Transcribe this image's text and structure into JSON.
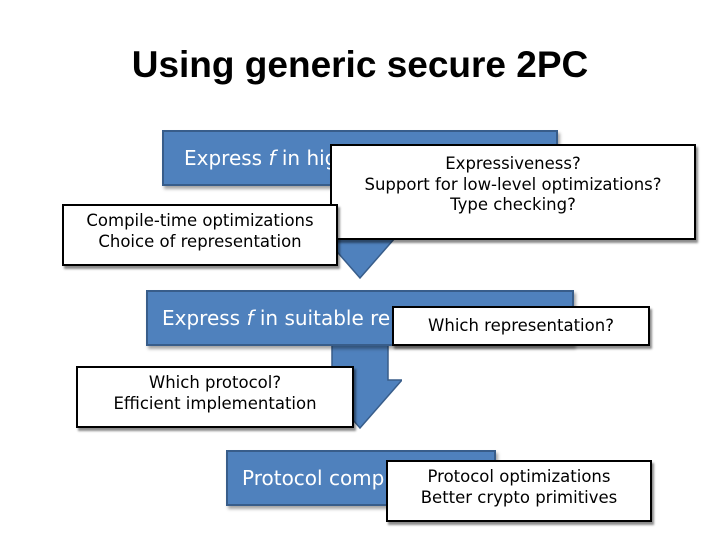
{
  "slide": {
    "title": "Using generic secure 2PC"
  },
  "steps": [
    {
      "prefix": "Express ",
      "var": "f",
      "suffix": " in high-level language"
    },
    {
      "prefix": "Express ",
      "var": "f",
      "suffix": " in suitable representation"
    },
    {
      "label": "Protocol compilation"
    }
  ],
  "notes": {
    "lang_questions": [
      "Expressiveness?",
      "Support for low-level optimizations?",
      "Type checking?"
    ],
    "compile": [
      "Compile-time optimizations",
      "Choice of representation"
    ],
    "representation": [
      "Which representation?"
    ],
    "protocol": [
      "Which protocol?",
      "Efficient implementation"
    ],
    "protocol_opts": [
      "Protocol optimizations",
      "Better crypto primitives"
    ]
  },
  "colors": {
    "box_fill": "#4f81bd",
    "box_border": "#385d8a",
    "arrow_fill": "#4f81bd"
  }
}
